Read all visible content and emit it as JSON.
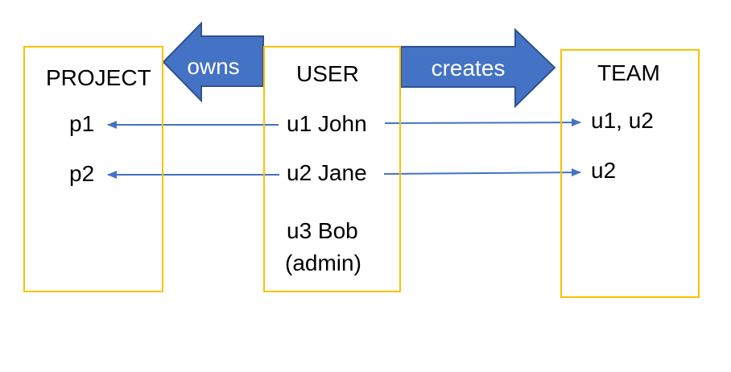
{
  "diagram": {
    "project": {
      "title": "PROJECT",
      "rows": [
        "p1",
        "p2"
      ]
    },
    "user": {
      "title": "USER",
      "rows": [
        "u1 John",
        "u2 Jane",
        "u3 Bob",
        "(admin)"
      ]
    },
    "team": {
      "title": "TEAM",
      "rows": [
        "u1, u2",
        "u2"
      ]
    },
    "relations": {
      "owns": {
        "label": "owns",
        "from": "USER",
        "to": "PROJECT",
        "direction": "left"
      },
      "creates": {
        "label": "creates",
        "from": "USER",
        "to": "TEAM",
        "direction": "right"
      }
    },
    "connectors": [
      {
        "from": "u1 John",
        "to": "p1",
        "direction": "left"
      },
      {
        "from": "u1 John",
        "to": "u1, u2",
        "direction": "right"
      },
      {
        "from": "u2 Jane",
        "to": "p2",
        "direction": "left"
      },
      {
        "from": "u2 Jane",
        "to": "u2",
        "direction": "right"
      }
    ],
    "colors": {
      "background": "#FFFFFF",
      "box_border": "#FFC000",
      "block_arrow_fill": "#4472C4",
      "block_arrow_outline": "#2F528F",
      "connector": "#4472C4",
      "text": "#000000",
      "arrow_label_text": "#FFFFFF"
    }
  }
}
